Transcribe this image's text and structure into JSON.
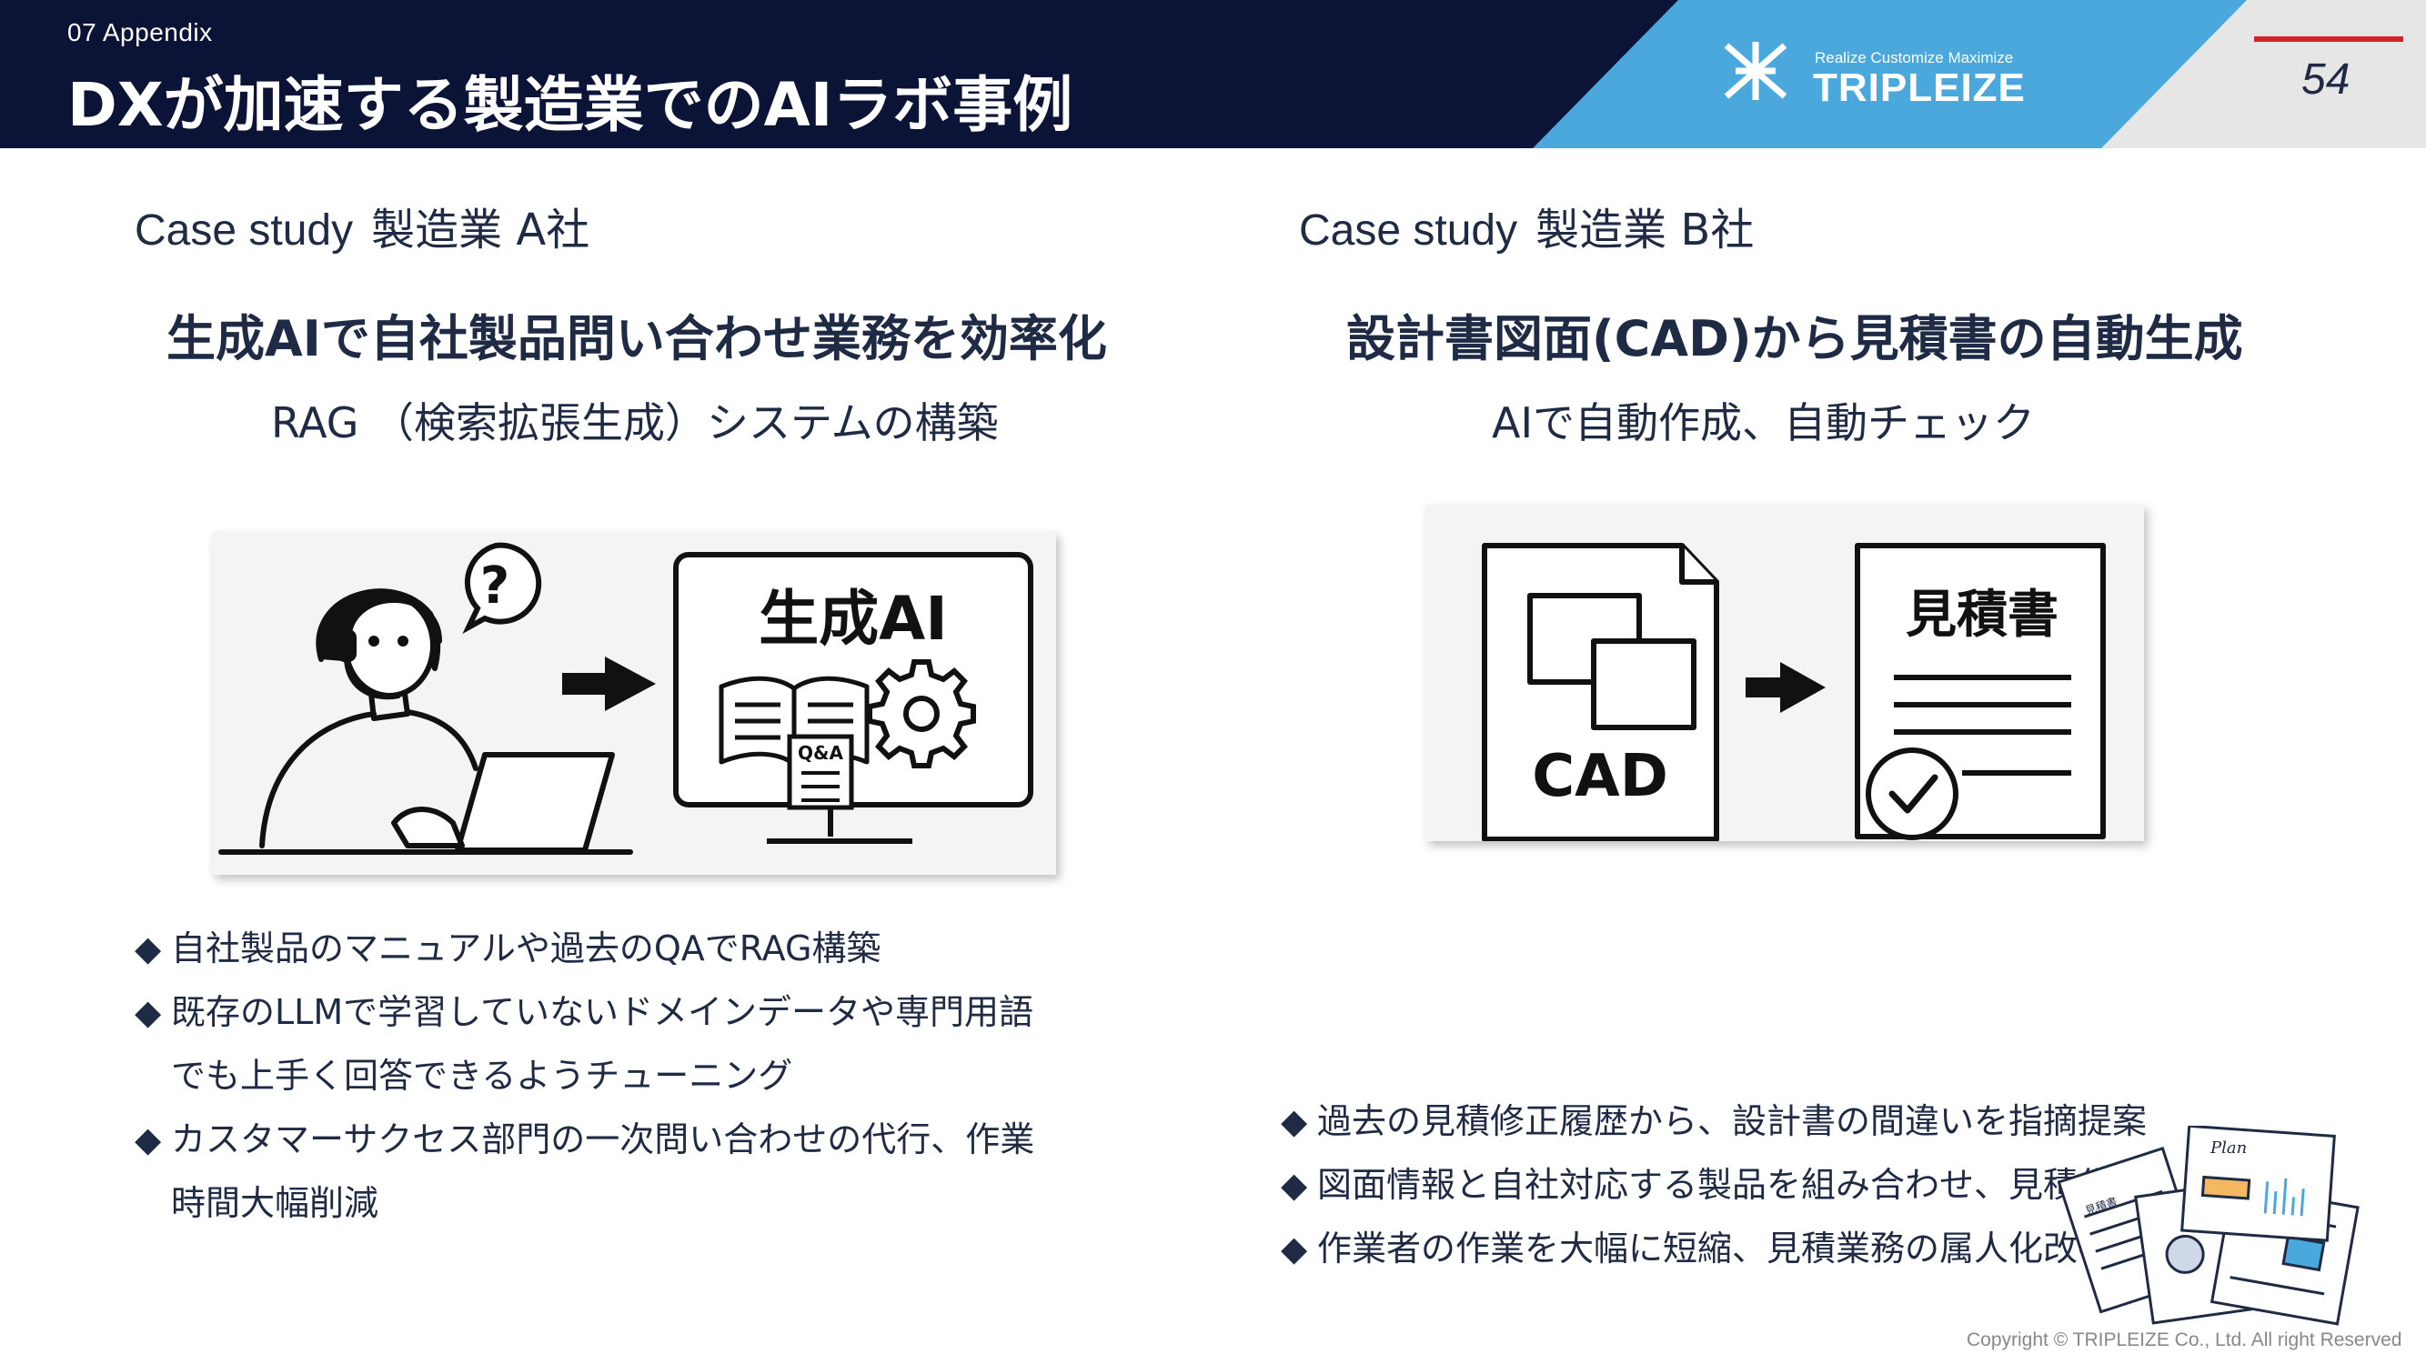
{
  "header": {
    "section_label": "07 Appendix",
    "title": "DXが加速する製造業でのAIラボ事例",
    "logo_tagline": "Realize Customize Maximize",
    "logo_name": "TRIPLEIZE",
    "page_number": "54",
    "colors": {
      "navy": "#0b1437",
      "sky": "#4aa8dd",
      "gray": "#e6e6e6",
      "red": "#d61f26"
    }
  },
  "case_a": {
    "label": "Case study",
    "company": "製造業 A社",
    "headline": "生成AIで自社製品問い合わせ業務を効率化",
    "subline": "RAG （検索拡張生成）システムの構築",
    "illustration": {
      "screen_title": "生成AI",
      "doc_label": "Q&A",
      "icons": [
        "person-headset-icon",
        "question-bubble-icon",
        "arrow-right-icon",
        "laptop-icon",
        "book-icon",
        "gear-icon"
      ]
    },
    "bullets": [
      {
        "lines": [
          "自社製品のマニュアルや過去のQAでRAG構築"
        ]
      },
      {
        "lines": [
          "既存のLLMで学習していないドメインデータや専門用語",
          "でも上手く回答できるようチューニング"
        ]
      },
      {
        "lines": [
          "カスタマーサクセス部門の一次問い合わせの代行、作業",
          "時間大幅削減"
        ]
      }
    ]
  },
  "case_b": {
    "label": "Case study",
    "company": "製造業 B社",
    "headline": "設計書図面(CAD)から見積書の自動生成",
    "subline": "AIで自動作成、自動チェック",
    "illustration": {
      "cad_label": "CAD",
      "estimate_label": "見積書",
      "icons": [
        "cad-file-icon",
        "arrow-right-icon",
        "estimate-doc-icon",
        "check-circle-icon"
      ]
    },
    "bullets": [
      {
        "lines": [
          "過去の見積修正履歴から、設計書の間違いを指摘提案"
        ]
      },
      {
        "lines": [
          "図面情報と自社対応する製品を組み合わせ、見積作成"
        ]
      },
      {
        "lines": [
          "作業者の作業を大幅に短縮、見積業務の属人化改善"
        ]
      }
    ]
  },
  "decor": {
    "docs_plan_label": "Plan",
    "docs_estimate_label": "見積書"
  },
  "bullet_marker": "◆",
  "copyright": "Copyright © TRIPLEIZE Co., Ltd.  All right Reserved"
}
